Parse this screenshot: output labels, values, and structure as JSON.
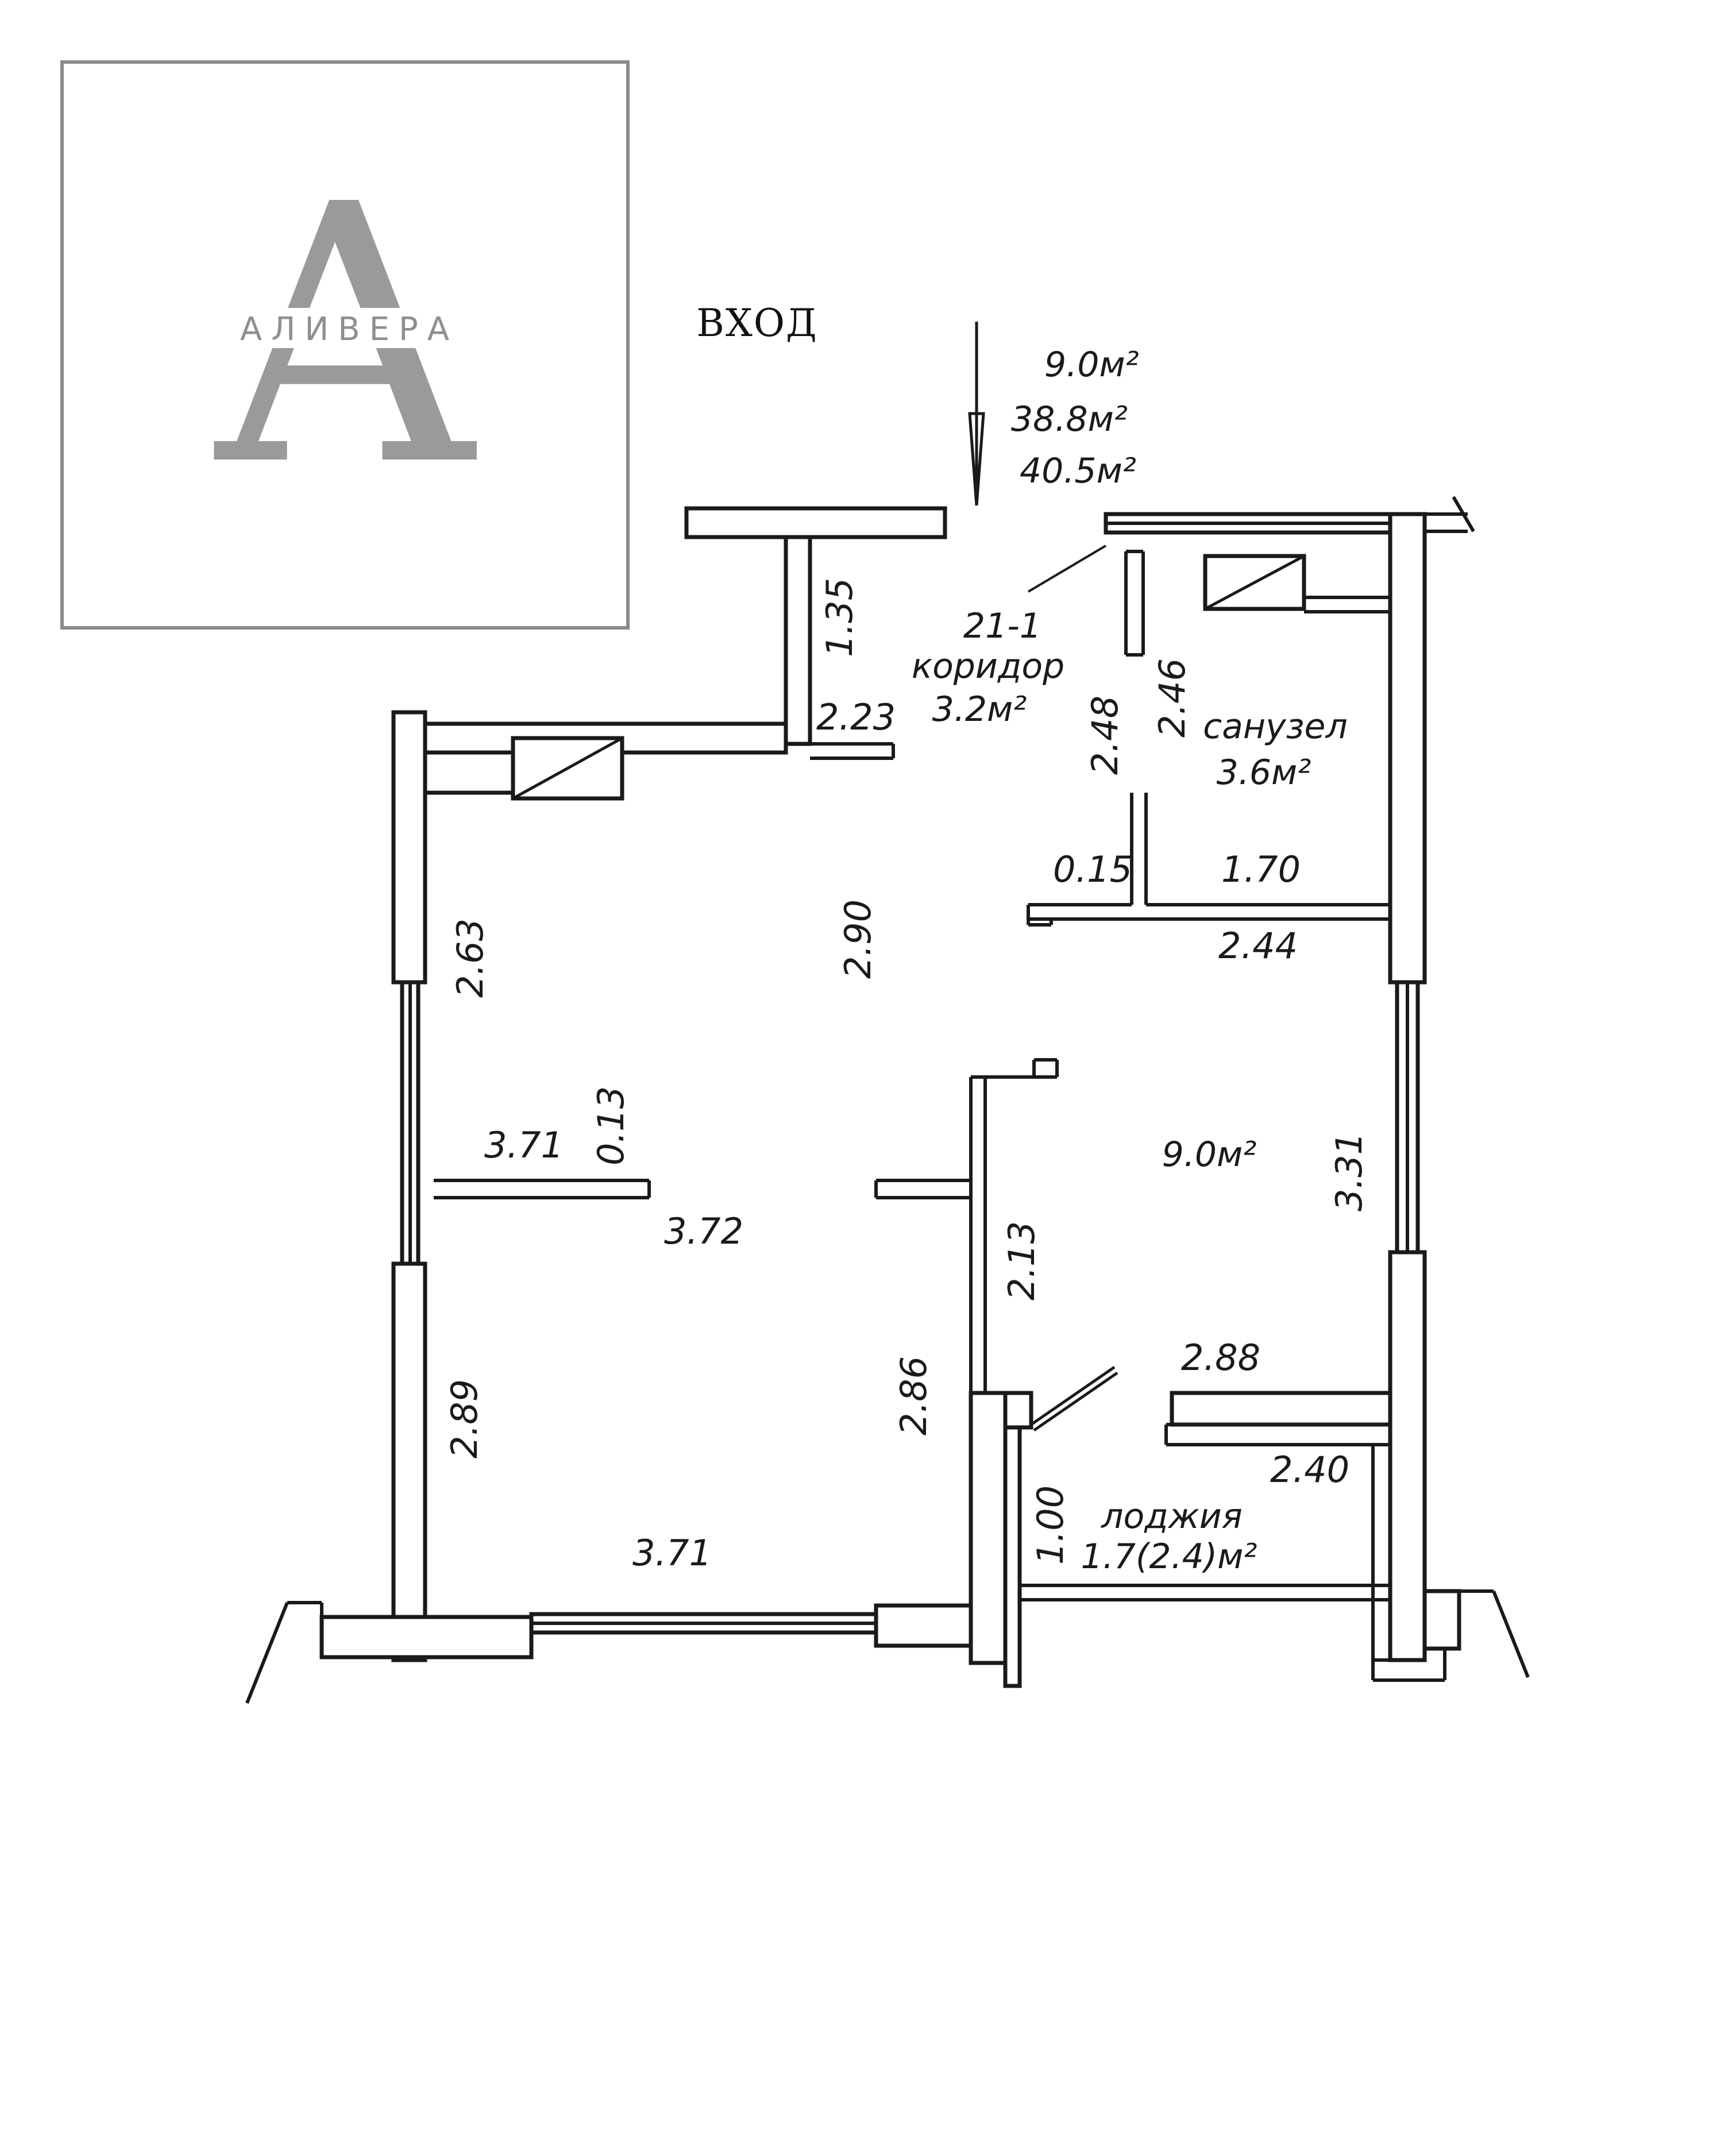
{
  "logo": {
    "letter": "A",
    "name": "АЛИВЕРА"
  },
  "entry": {
    "label": "ВХОД"
  },
  "totals": {
    "living_area": "9.0м²",
    "total_area": "38.8м²",
    "total_with_loggia": "40.5м²"
  },
  "rooms": {
    "corridor_number": "21-1",
    "corridor_name": "коридор",
    "corridor_area": "3.2м²",
    "bathroom_name": "санузел",
    "bathroom_area": "3.6м²",
    "living_room_area": "9.0м²",
    "loggia_name": "лоджия",
    "loggia_area": "1.7(2.4)м²"
  },
  "dimensions": {
    "entry_depth": "1.35",
    "entry_width": "2.23",
    "corridor_height": "2.48",
    "bath_height": "2.46",
    "partition_thickness": "0.15",
    "bath_width": "1.70",
    "hall_width_right": "2.44",
    "hall_height": "2.90",
    "left_wall_upper": "2.63",
    "kitchen_width_upper": "3.71",
    "kitchen_partition": "0.13",
    "kitchen_width_mid": "3.72",
    "living_height_right": "3.31",
    "partition_height": "2.13",
    "loggia_width_upper": "2.88",
    "left_wall_lower": "2.89",
    "kitchen_height_lower": "2.86",
    "loggia_depth": "1.00",
    "loggia_width": "2.40",
    "bottom_width": "3.71"
  }
}
